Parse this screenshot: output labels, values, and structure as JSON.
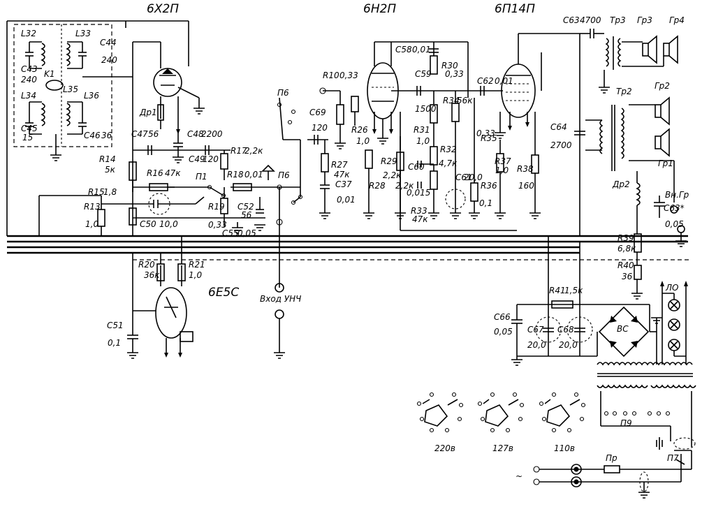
{
  "tubes": [
    "6Х2П",
    "6Н2П",
    "6П14П",
    "6Е5С"
  ],
  "labels": [
    "L32",
    "L33",
    "C44",
    "240",
    "C43",
    "240",
    "K1",
    "L35",
    "L34",
    "L36",
    "C45",
    "15",
    "C46",
    "36",
    "Др1",
    "C47",
    "56",
    "C48",
    "2200",
    "R14",
    "5к",
    "R15",
    "1,8",
    "R13",
    "1,0",
    "R16",
    "47к",
    "П1",
    "C49",
    "120",
    "R17",
    "2,2к",
    "R18",
    "0,01",
    "C50",
    "10,0",
    "R19",
    "0,33",
    "C52",
    "56",
    "C55",
    "0,05",
    "П6",
    "П6",
    "R10",
    "0,33",
    "C69",
    "120",
    "R26",
    "1,0",
    "R27",
    "47к",
    "C37",
    "0,01",
    "C58",
    "0,01",
    "R30",
    "0,33",
    "C59",
    "1500",
    "R34",
    "56к",
    "R31",
    "1,0",
    "R29",
    "2,2к",
    "R28",
    "2,2к",
    "R32",
    "4,7к",
    "C60",
    "0,015",
    "C61",
    "20,0",
    "R33",
    "47к",
    "C62",
    "0,01",
    "0,33",
    "R35",
    "R37",
    "1,0",
    "R38",
    "160",
    "R36",
    "0,1",
    "C63",
    "4700",
    "Тр3",
    "Гр3",
    "Гр4",
    "Тр2",
    "Гр2",
    "C64",
    "2700",
    "Гр1",
    "Др2",
    "Вн.Гр",
    "C63*",
    "0,05",
    "R39",
    "6,8к",
    "R40",
    "36",
    "R20",
    "36к",
    "R21",
    "1,0",
    "C51",
    "0,1",
    "Вход УНЧ",
    "R41",
    "1,5к",
    "C66",
    "0,05",
    "C67",
    "20,0",
    "C68",
    "20,0",
    "BC",
    "ЛО",
    "П9",
    "Пр",
    "П7",
    "220в",
    "127в",
    "110в",
    "~"
  ]
}
